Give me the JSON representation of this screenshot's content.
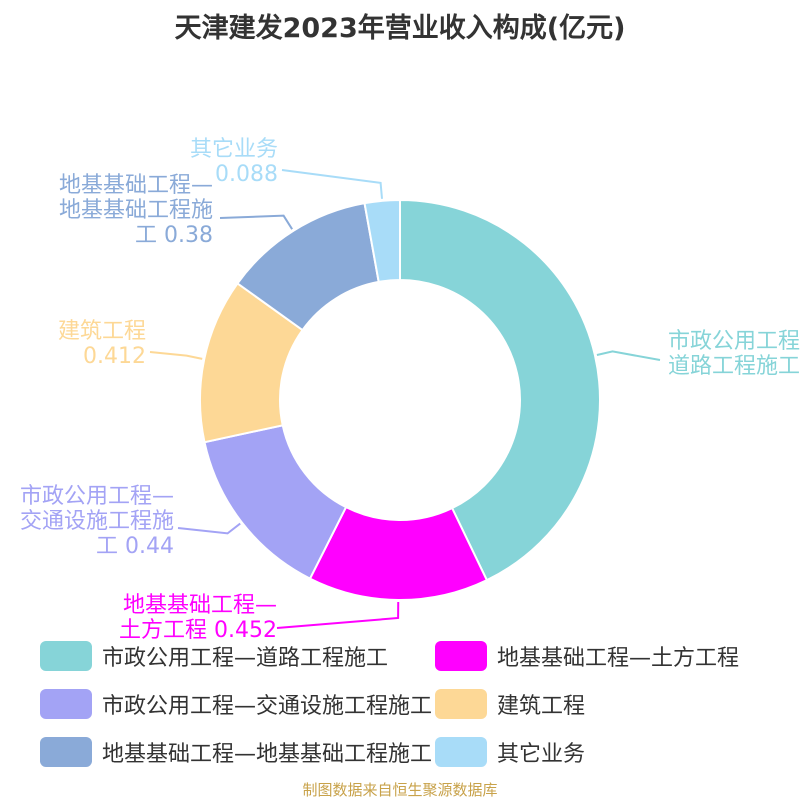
{
  "chart_data": {
    "type": "pie",
    "title": "天津建发2023年营业收入构成(亿元)",
    "categories": [
      "市政公用工程—道路工程施工",
      "地基基础工程—土方工程",
      "市政公用工程—交通设施工程施工",
      "建筑工程",
      "地基基础工程—地基基础工程施工",
      "其它业务"
    ],
    "values": [
      null,
      0.452,
      0.44,
      0.412,
      0.38,
      0.088
    ],
    "slice_labels": [
      [
        "市政公用工程",
        "道路工程施工"
      ],
      [
        "地基基础工程—",
        "土方工程 0.452"
      ],
      [
        "市政公用工程—",
        "交通设施工程施",
        "工 0.44"
      ],
      [
        "建筑工程",
        "0.412"
      ],
      [
        "地基基础工程—",
        "地基基础工程施",
        "工 0.38"
      ],
      [
        "其它业务",
        "0.088"
      ]
    ],
    "legend_placement": "bottom"
  },
  "colors": [
    "#86d4d8",
    "#ff00ff",
    "#a3a3f5",
    "#fdd896",
    "#8aaad8",
    "#a8dcf8"
  ],
  "footer": {
    "source": "制图数据来自恒生聚源数据库"
  }
}
